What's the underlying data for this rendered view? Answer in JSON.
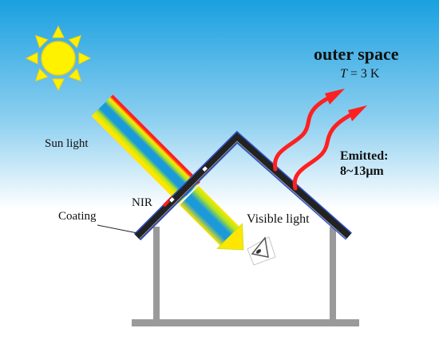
{
  "title": "outer space",
  "temperature": {
    "symbol": "T",
    "rest": " = 3 K"
  },
  "labels": {
    "sun_light": "Sun light",
    "nir": "NIR",
    "coating": "Coating",
    "visible_light": "Visible light",
    "emitted_line1": "Emitted:",
    "emitted_line2": "8~13μm"
  },
  "icons": [
    "sun-icon",
    "eye-icon",
    "heat-wave-arrow-icon"
  ],
  "colors": {
    "sky_top": "#1aa0e0",
    "sky_bottom": "#ffffff",
    "sun": "#fff200",
    "roof": "#222222",
    "coating": "#3355cc",
    "walls": "#9a9a9a",
    "heat_arrow": "#ff2a2a",
    "ray_outer": "#ff2a2a",
    "ray_mid": "#ffe600",
    "ray_core": "#1a9ad8"
  }
}
